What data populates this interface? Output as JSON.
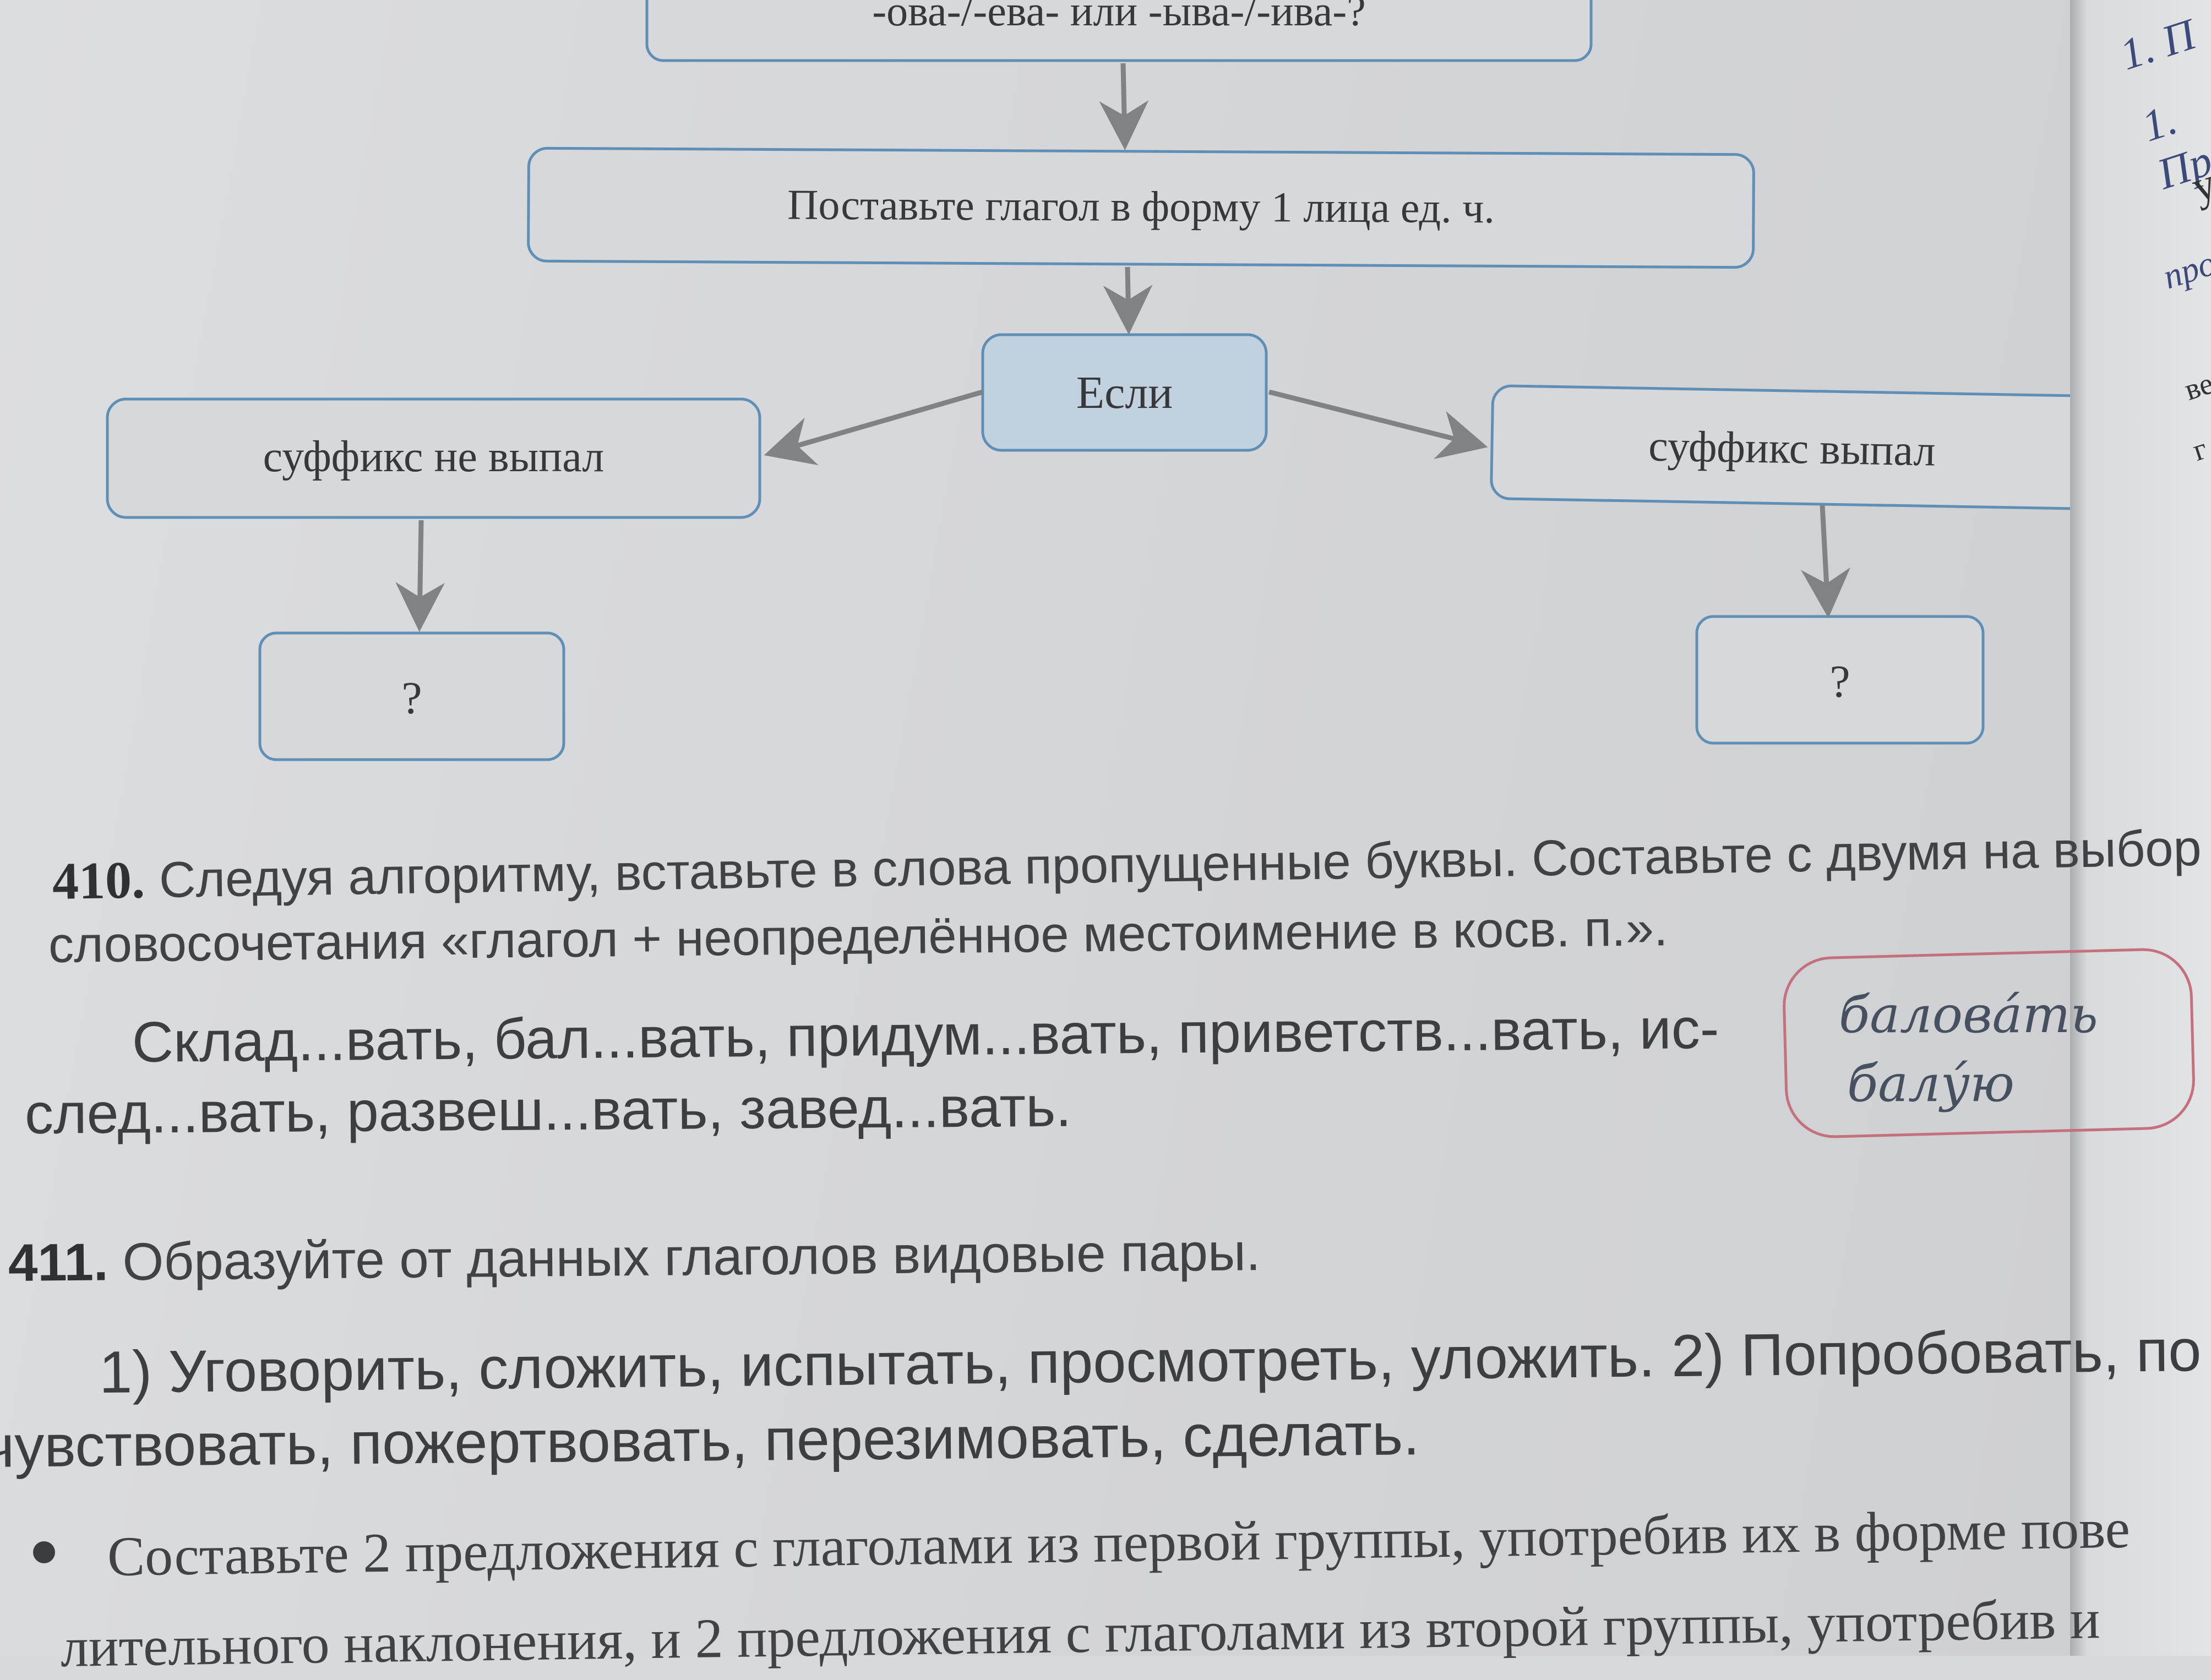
{
  "flowchart": {
    "top_box": "-ова-/-ева- или -ыва-/-ива-?",
    "step_box": "Поставьте глагол в форму 1 лица ед. ч.",
    "if_box": "Если",
    "left_branch": "суффикс не выпал",
    "right_branch": "суффикс выпал",
    "left_result": "?",
    "right_result": "?"
  },
  "exercise_410": {
    "number": "410.",
    "task_line1": "Следуя алгоритму, вставьте в слова пропущенные буквы. Составьте с двумя на выбор",
    "task_line2": "словосочетания «глагол + неопределённое местоимение в косв. п.».",
    "words_line1": "Склад...вать, бал...вать, придум...вать, приветств...вать, ис-",
    "words_line2": "след...вать, развеш...вать, завед...вать.",
    "note_line1": "баловáть",
    "note_line2": "балу́ю"
  },
  "exercise_411": {
    "number": "411.",
    "task": "Образуйте от данных глаголов видовые пары.",
    "words_line1": "1) Уговорить, сложить, испытать, просмотреть, уложить. 2) Попробовать, по",
    "words_line2": "чувствовать, пожертвовать, перезимовать, сделать.",
    "bullet_line1": "Составьте 2 предложения с глаголами из первой группы, употребив их в форме пове",
    "bullet_line2": "лительного наклонения, и 2 предложения с глаголами из второй группы, употребив и"
  },
  "margin_fragments": [
    "1. П",
    "1. Пр",
    "у",
    "про",
    "ве",
    "г"
  ]
}
